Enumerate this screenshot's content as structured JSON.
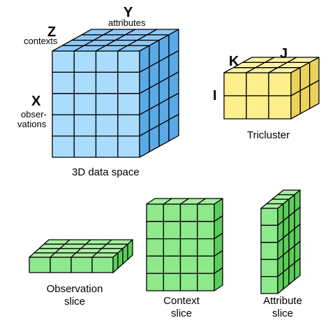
{
  "colors": {
    "blue": {
      "front": "#aadcff",
      "top": "#8fc8f8",
      "side": "#5aaae8"
    },
    "yellow": {
      "front": "#ffef8c",
      "top": "#fff3a8",
      "side": "#ead35c"
    },
    "green": {
      "front": "#8ee88c",
      "top": "#a6f0a2",
      "side": "#5ccd5a"
    }
  },
  "cube3d": {
    "label_x": "X",
    "label_x_sub_1": "obser-",
    "label_x_sub_2": "vations",
    "label_y": "Y",
    "label_y_sub": "attributes",
    "label_z": "Z",
    "label_z_sub": "contexts",
    "caption": "3D data space"
  },
  "tricluster": {
    "label_i": "I",
    "label_j": "J",
    "label_k": "K",
    "caption": "Tricluster"
  },
  "slices": {
    "observation_1": "Observation",
    "observation_2": "slice",
    "context_1": "Context",
    "context_2": "slice",
    "attribute_1": "Attribute",
    "attribute_2": "slice"
  }
}
